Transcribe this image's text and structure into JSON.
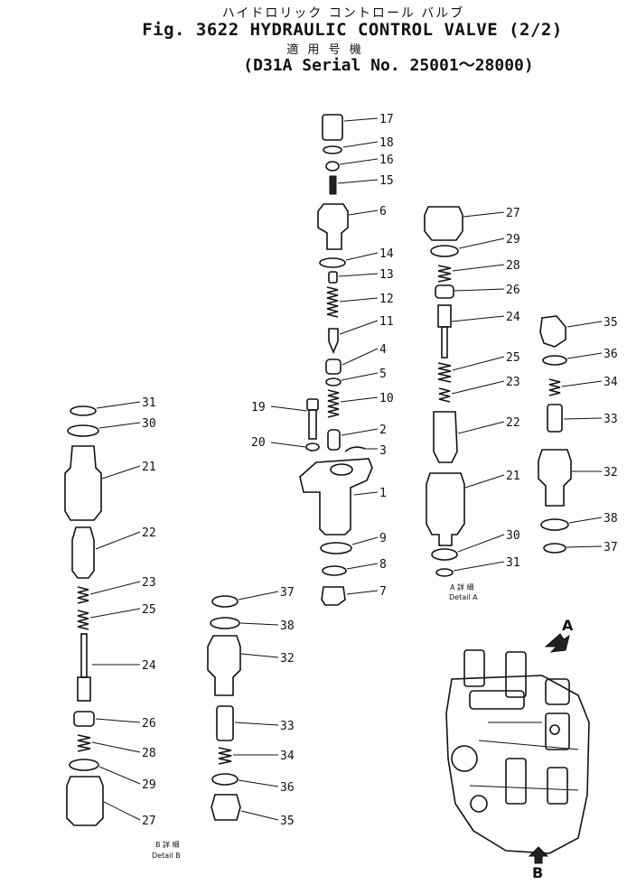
{
  "header": {
    "title_jp": "ハイドロリック コントロール バルブ",
    "title_en": "Fig. 3622 HYDRAULIC CONTROL VALVE (2/2)",
    "applicability_jp": "適 用 号 機",
    "serial": "(D31A Serial No. 25001～28000)"
  },
  "labels": {
    "p1": "1",
    "p2": "2",
    "p3": "3",
    "p4": "4",
    "p5": "5",
    "p6": "6",
    "p7": "7",
    "p8": "8",
    "p9": "9",
    "p10": "10",
    "p11": "11",
    "p12": "12",
    "p13": "13",
    "p14": "14",
    "p15": "15",
    "p16": "16",
    "p17": "17",
    "p18": "18",
    "p19": "19",
    "p20": "20",
    "a21": "21",
    "a22": "22",
    "a23": "23",
    "a24": "24",
    "a25": "25",
    "a26": "26",
    "a27": "27",
    "a28": "28",
    "a29": "29",
    "a30": "30",
    "a31": "31",
    "b21": "21",
    "b22": "22",
    "b23": "23",
    "b24": "24",
    "b25": "25",
    "b26": "26",
    "b27": "27",
    "b28": "28",
    "b29": "29",
    "b30": "30",
    "b31": "31",
    "c32": "32",
    "c33": "33",
    "c34": "34",
    "c35": "35",
    "c36": "36",
    "c37": "37",
    "c38": "38",
    "d32": "32",
    "d33": "33",
    "d34": "34",
    "d35": "35",
    "d36": "36",
    "d37": "37",
    "d38": "38"
  },
  "details": {
    "a_jp": "A 詳 細",
    "a_en": "Detail A",
    "b_jp": "B 詳 細",
    "b_en": "Detail B"
  },
  "views": {
    "arrow_a": "A",
    "arrow_b": "B"
  }
}
